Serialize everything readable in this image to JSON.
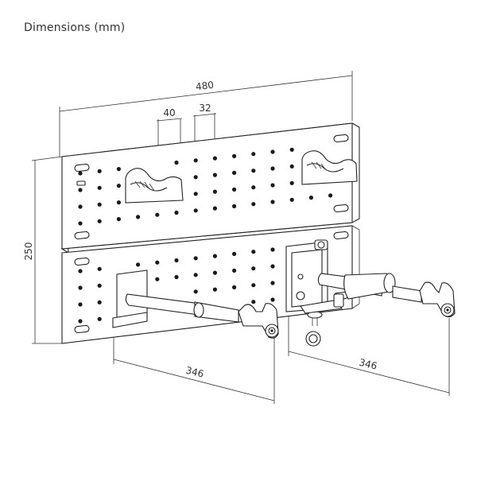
{
  "title": "Dimensions (mm)",
  "dimensions": {
    "overall_width": "480",
    "hole_spacing_a": "40",
    "hole_spacing_b": "32",
    "height": "250",
    "arm_left": "346",
    "arm_right": "346"
  },
  "colors": {
    "line": "#222222",
    "text": "#333333"
  }
}
